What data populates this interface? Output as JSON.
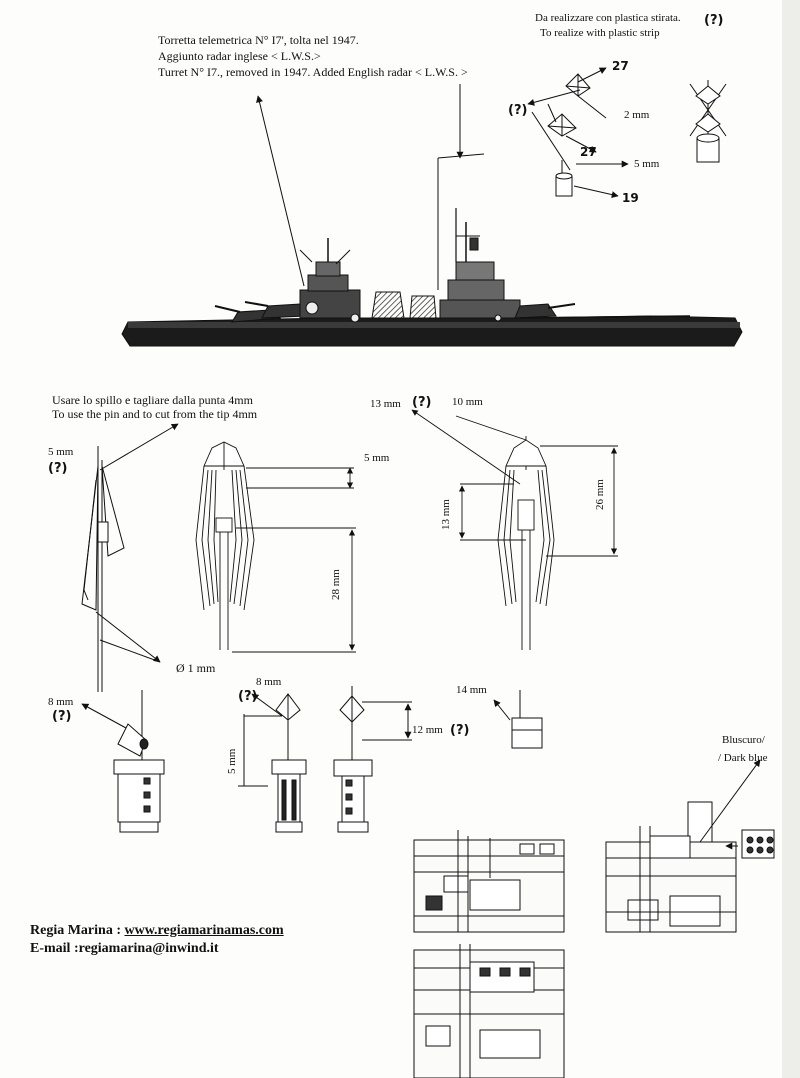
{
  "notes": {
    "turret_it_1": "Torretta telemetrica N° I7', tolta nel 1947.",
    "turret_it_2": "Aggiunto radar inglese < L.W.S.>",
    "turret_en": "Turret N° I7., removed in 1947.  Added English radar < L.W.S. >",
    "plastic_it": "Da realizzare con plastica stirata.",
    "plastic_en": "To realize with plastic strip",
    "pin_it": "Usare lo spillo e tagliare dalla punta 4mm",
    "pin_en": "To use the pin and to cut from the tip 4mm",
    "color_it": "Bluscuro/",
    "color_en": "/ Dark blue"
  },
  "markers": {
    "question": "(?)",
    "part_27a": "27",
    "part_27b": "27",
    "part_19": "19"
  },
  "dimensions": {
    "d_2mm": "2 mm",
    "d_5mm_top": "5 mm",
    "d_5mm_mast": "5 mm",
    "d_5mm_side": "5 mm",
    "d_13mm_a": "13 mm",
    "d_10mm": "10 mm",
    "d_13mm_b": "13 mm",
    "d_26mm": "26 mm",
    "d_28mm": "28 mm",
    "d_dia1mm": "Ø 1 mm",
    "d_8mm_a": "8 mm",
    "d_8mm_b": "8 mm",
    "d_5mm_low": "5 mm",
    "d_14mm": "14 mm",
    "d_12mm": "12 mm"
  },
  "footer": {
    "site_label": "Regia Marina : ",
    "site_link": "www.regiamarinamas.com",
    "email_line": "E-mail :regiamarina@inwind.it"
  }
}
